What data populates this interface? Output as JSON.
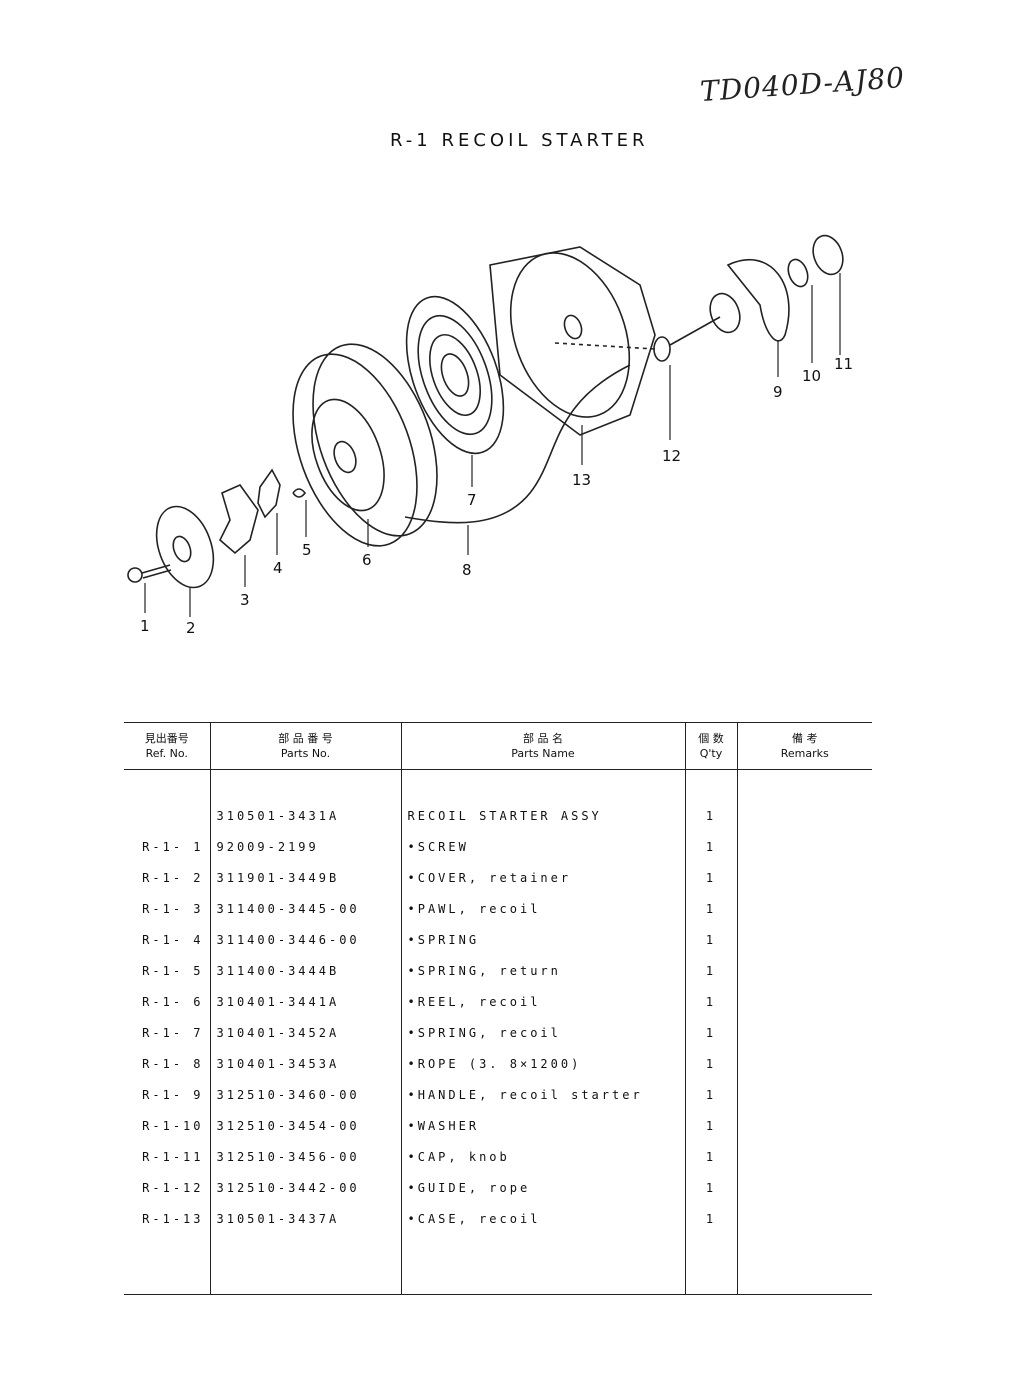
{
  "handnote": "TD040D-AJ80",
  "title": "R-1  RECOIL  STARTER",
  "callouts": [
    "1",
    "2",
    "3",
    "4",
    "5",
    "6",
    "7",
    "8",
    "9",
    "10",
    "11",
    "12",
    "13"
  ],
  "table": {
    "headers": {
      "ref_jp": "見出番号",
      "ref_en": "Ref. No.",
      "part_jp": "部 品 番 号",
      "part_en": "Parts No.",
      "name_jp": "部  品  名",
      "name_en": "Parts Name",
      "qty_jp": "個 数",
      "qty_en": "Q'ty",
      "remarks_jp": "備  考",
      "remarks_en": "Remarks"
    },
    "rows": [
      {
        "ref": "",
        "part": "310501-3431A",
        "name": "RECOIL STARTER ASSY",
        "qty": "1"
      },
      {
        "ref": "R-1- 1",
        "part": "92009-2199",
        "name": "•SCREW",
        "qty": "1"
      },
      {
        "ref": "R-1- 2",
        "part": "311901-3449B",
        "name": "•COVER, retainer",
        "qty": "1"
      },
      {
        "ref": "R-1- 3",
        "part": "311400-3445-00",
        "name": "•PAWL, recoil",
        "qty": "1"
      },
      {
        "ref": "R-1- 4",
        "part": "311400-3446-00",
        "name": "•SPRING",
        "qty": "1"
      },
      {
        "ref": "R-1- 5",
        "part": "311400-3444B",
        "name": "•SPRING, return",
        "qty": "1"
      },
      {
        "ref": "R-1- 6",
        "part": "310401-3441A",
        "name": "•REEL, recoil",
        "qty": "1"
      },
      {
        "ref": "R-1- 7",
        "part": "310401-3452A",
        "name": "•SPRING, recoil",
        "qty": "1"
      },
      {
        "ref": "R-1- 8",
        "part": "310401-3453A",
        "name": "•ROPE (3. 8×1200)",
        "qty": "1"
      },
      {
        "ref": "R-1- 9",
        "part": "312510-3460-00",
        "name": "•HANDLE, recoil starter",
        "qty": "1"
      },
      {
        "ref": "R-1-10",
        "part": "312510-3454-00",
        "name": "•WASHER",
        "qty": "1"
      },
      {
        "ref": "R-1-11",
        "part": "312510-3456-00",
        "name": "•CAP, knob",
        "qty": "1"
      },
      {
        "ref": "R-1-12",
        "part": "312510-3442-00",
        "name": "•GUIDE, rope",
        "qty": "1"
      },
      {
        "ref": "R-1-13",
        "part": "310501-3437A",
        "name": "•CASE, recoil",
        "qty": "1"
      }
    ]
  }
}
